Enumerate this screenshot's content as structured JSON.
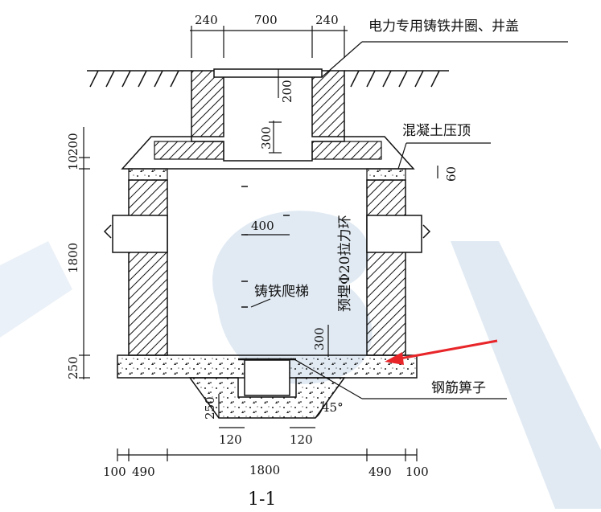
{
  "labels": {
    "well_cover": "电力专用铸铁井圈、井盖",
    "concrete_top": "混凝土压顶",
    "pull_ring": "预埋Φ20拉力环",
    "ladder": "铸铁爬梯",
    "grate": "钢筋箅子",
    "section": "1-1"
  },
  "dims": {
    "top_left_wall": "240",
    "top_opening": "700",
    "top_right_wall": "240",
    "neck_height": "200",
    "neck_300": "300",
    "left_10": "10",
    "left_200": "200",
    "left_1800": "1800",
    "left_250": "250",
    "top_60": "60",
    "inner_400": "400",
    "ladder_300": "300",
    "sump_250": "250",
    "sump_120_left": "120",
    "sump_120_right": "120",
    "angle": "45°",
    "bottom_100_left": "100",
    "bottom_490_left": "490",
    "bottom_1800": "1800",
    "bottom_490_right": "490",
    "bottom_100_right": "100"
  },
  "colors": {
    "ink": "#111111",
    "arrow": "#e8262a",
    "watermark": "#c9d9ea"
  }
}
